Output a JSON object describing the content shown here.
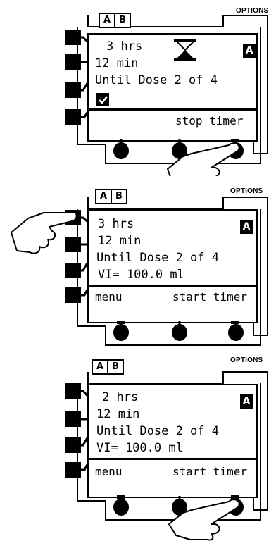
{
  "panels": [
    {
      "tabs": [
        "A",
        "B"
      ],
      "options_label": "OPTIONS",
      "lines": [
        "3 hrs",
        "12 min",
        "Until Dose 2 of 4"
      ],
      "status_icon": "hourglass-icon",
      "checkbox": "checked",
      "mode_badge": "A",
      "softkeys": {
        "left": "",
        "center": "",
        "right": "stop timer"
      },
      "hand": "pointing-hand-icon"
    },
    {
      "tabs": [
        "A",
        "B"
      ],
      "options_label": "OPTIONS",
      "lines": [
        "3 hrs",
        "12 min",
        "Until Dose 2 of 4",
        "VI= 100.0 ml"
      ],
      "mode_badge": "A",
      "softkeys": {
        "left": "menu",
        "center": "",
        "right": "start timer"
      },
      "hand": "pointing-hand-icon"
    },
    {
      "tabs": [
        "A",
        "B"
      ],
      "options_label": "OPTIONS",
      "lines": [
        "2 hrs",
        "12 min",
        "Until Dose 2 of 4",
        "VI= 100.0 ml"
      ],
      "mode_badge": "A",
      "softkeys": {
        "left": "menu",
        "center": "",
        "right": "start timer"
      },
      "hand": "pointing-hand-icon"
    }
  ]
}
